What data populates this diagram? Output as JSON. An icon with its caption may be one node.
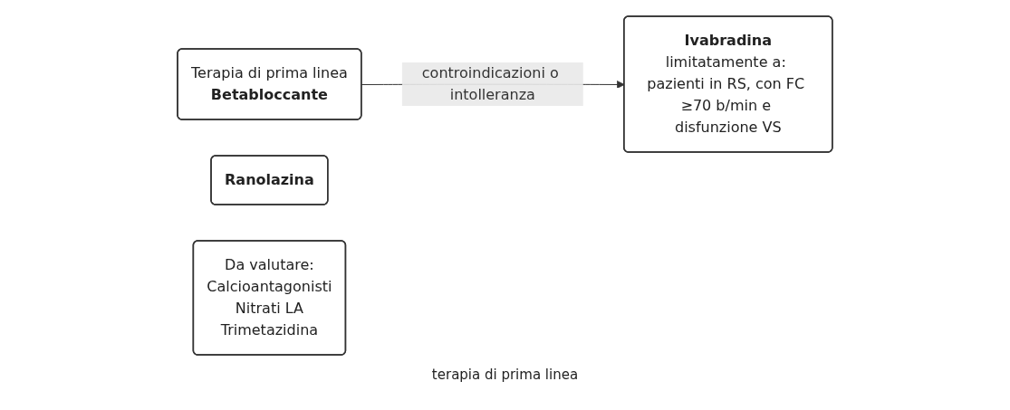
{
  "diagram": {
    "nodes": [
      {
        "text": [
          "Terapia di prima linea",
          "Betabloccante"
        ]
      },
      {
        "text": [
          "Ranolazina"
        ]
      },
      {
        "text": [
          "Ivabradina",
          "limitatamente a: pazienti in RS, con FC ≥70 b/min e disfunzione VS"
        ]
      },
      {
        "text": [
          "Da valutare:",
          "Calcioantagonisti",
          "Nitrati LA",
          "Trimetazidina"
        ]
      }
    ],
    "edges": [
      {
        "from": 0,
        "to": 2,
        "arrow": "to",
        "label": "controindicazioni o intolleranza"
      }
    ],
    "labels": [
      "terapia di prima linea"
    ]
  }
}
